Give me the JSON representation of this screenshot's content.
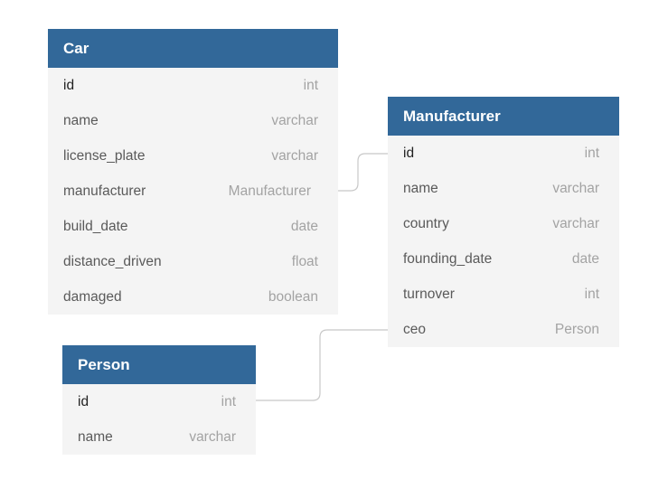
{
  "entities": {
    "car": {
      "name": "Car",
      "fields": [
        {
          "name": "id",
          "type": "int"
        },
        {
          "name": "name",
          "type": "varchar"
        },
        {
          "name": "license_plate",
          "type": "varchar"
        },
        {
          "name": "manufacturer",
          "type": "Manufacturer"
        },
        {
          "name": "build_date",
          "type": "date"
        },
        {
          "name": "distance_driven",
          "type": "float"
        },
        {
          "name": "damaged",
          "type": "boolean"
        }
      ]
    },
    "manufacturer": {
      "name": "Manufacturer",
      "fields": [
        {
          "name": "id",
          "type": "int"
        },
        {
          "name": "name",
          "type": "varchar"
        },
        {
          "name": "country",
          "type": "varchar"
        },
        {
          "name": "founding_date",
          "type": "date"
        },
        {
          "name": "turnover",
          "type": "int"
        },
        {
          "name": "ceo",
          "type": "Person"
        }
      ]
    },
    "person": {
      "name": "Person",
      "fields": [
        {
          "name": "id",
          "type": "int"
        },
        {
          "name": "name",
          "type": "varchar"
        }
      ]
    }
  },
  "relationships": [
    {
      "from": "Car.manufacturer",
      "to": "Manufacturer.id"
    },
    {
      "from": "Manufacturer.ceo",
      "to": "Person.id"
    }
  ],
  "colors": {
    "header": "#326899",
    "body": "#f4f4f4",
    "connector": "#c8c8c8"
  }
}
